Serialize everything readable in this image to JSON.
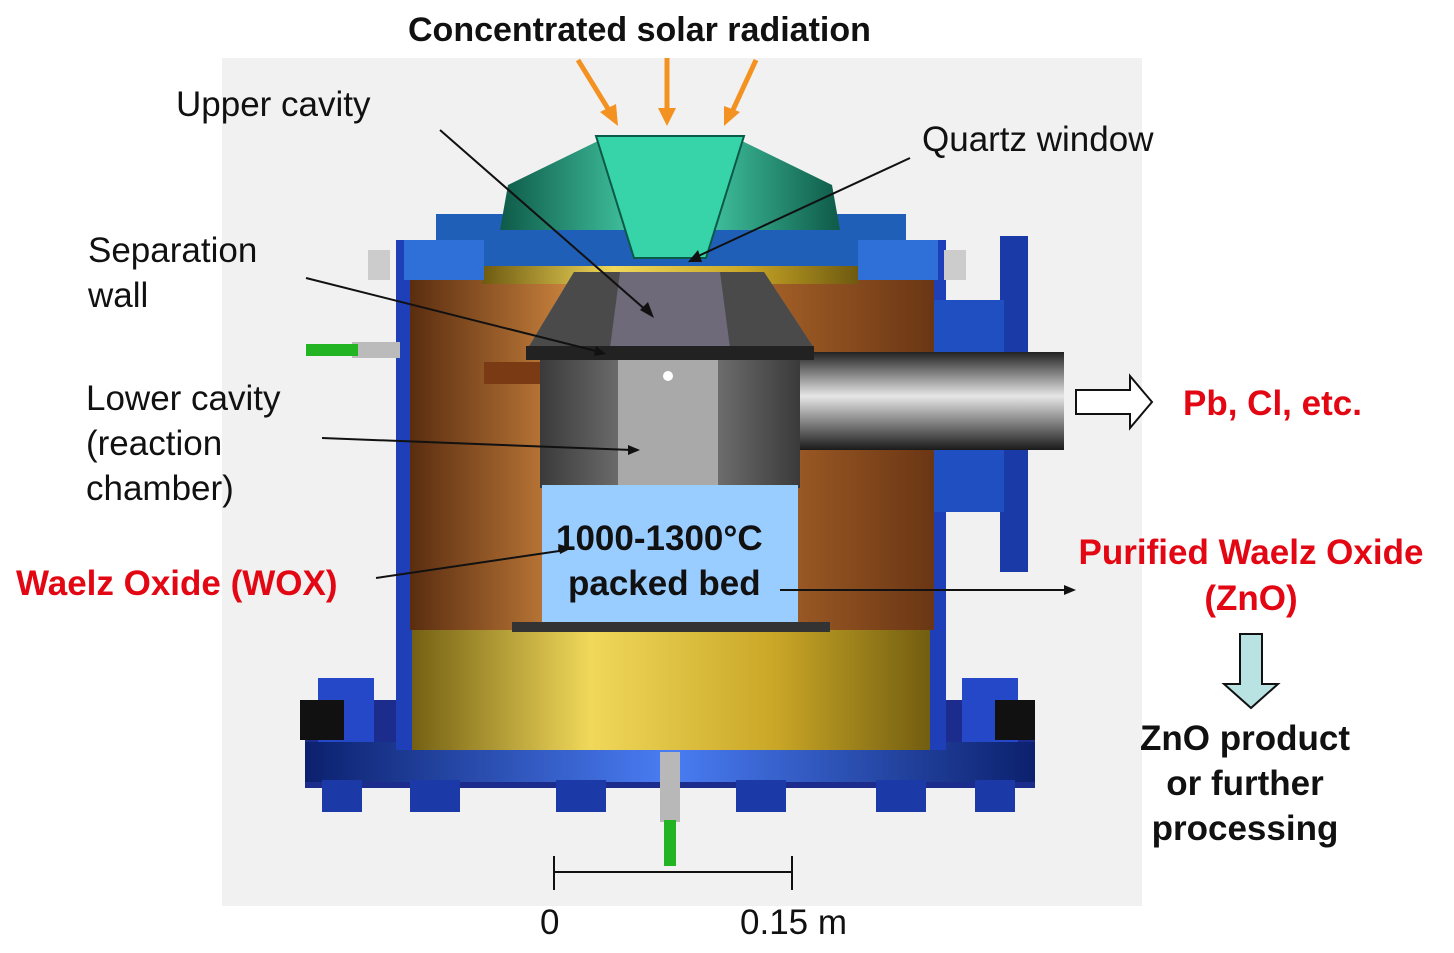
{
  "title": "Concentrated solar radiation",
  "labels": {
    "upper_cavity": "Upper cavity",
    "quartz_window": "Quartz window",
    "separation_wall": "Separation wall",
    "lower_cavity_1": "Lower cavity",
    "lower_cavity_2": "(reaction",
    "lower_cavity_3": "chamber)",
    "bed_temp": "1000-1300°C",
    "bed_name": "packed bed",
    "waelz_oxide": "Waelz Oxide (WOX)",
    "gas_products": "Pb, Cl, etc.",
    "purified_1": "Purified Waelz Oxide",
    "purified_2": "(ZnO)",
    "product_1": "ZnO product",
    "product_2": "or further",
    "product_3": "processing"
  },
  "scale": {
    "start": "0",
    "end": "0.15 m"
  },
  "colors": {
    "red_text": "#e30613",
    "arrow_orange": "#f39220",
    "bed_blue": "#99ccff",
    "down_arrow": "#b9e3e3",
    "insulation_copper": "#b0692a",
    "shell_gold": "#d8b830",
    "cone_teal": "#2fbf9a",
    "base_blue": "#2f5fd0"
  }
}
